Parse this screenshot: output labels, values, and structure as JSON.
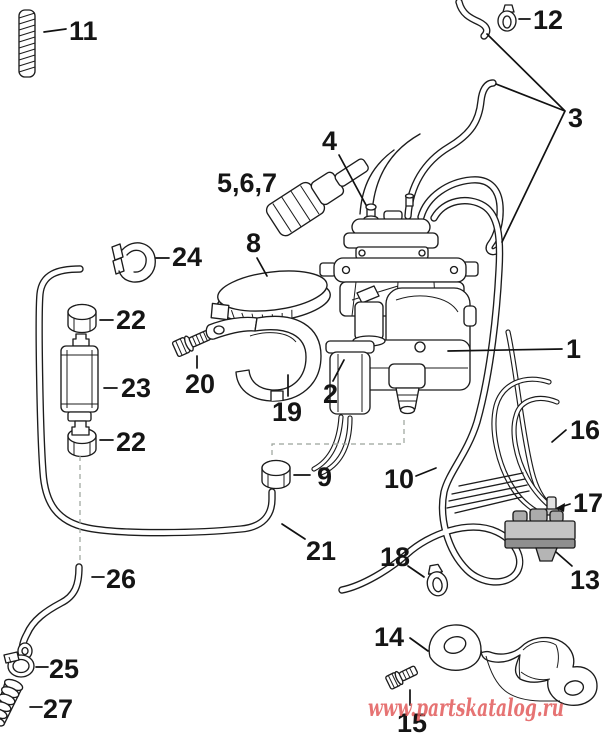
{
  "diagram": {
    "kind": "exploded-parts-diagram",
    "background": "#ffffff",
    "line_color": "#1c1c1c"
  },
  "callouts": {
    "c1": "1",
    "c2": "2",
    "c3": "3",
    "c4": "4",
    "c567": "5,6,7",
    "c8": "8",
    "c9": "9",
    "c10": "10",
    "c11": "11",
    "c12": "12",
    "c13": "13",
    "c14": "14",
    "c15": "15",
    "c16": "16",
    "c17": "17",
    "c18": "18",
    "c19": "19",
    "c20": "20",
    "c21": "21",
    "c22a": "22",
    "c22b": "22",
    "c23": "23",
    "c24": "24",
    "c25": "25",
    "c26": "26",
    "c27": "27"
  },
  "watermark": {
    "text": "www.partskatalog.ru",
    "color": "#e25b5b"
  },
  "colors": {
    "block_fill": "#c4c4c4",
    "block_dark": "#8f8f8f",
    "metal_gray": "#b9b9b9",
    "dash_line": "#9aa29a"
  }
}
